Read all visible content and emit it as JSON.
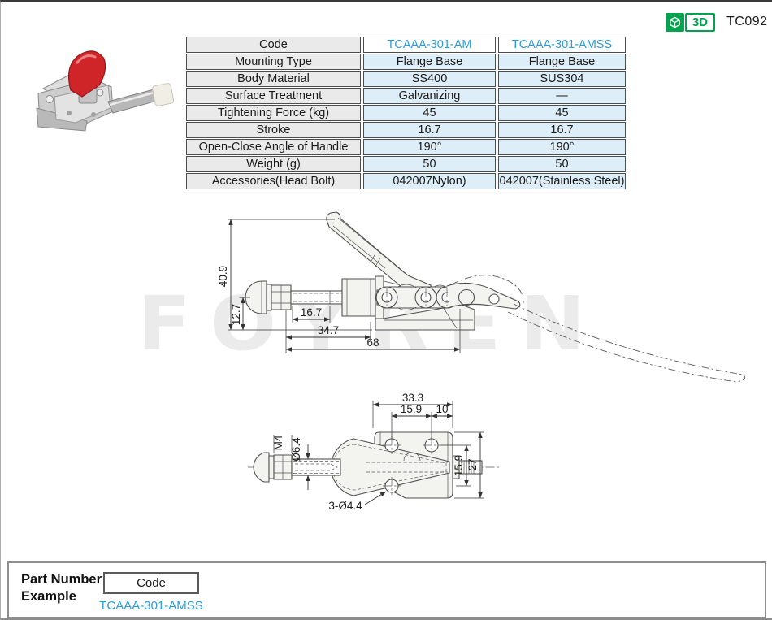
{
  "header": {
    "badge_3d_label": "3D",
    "page_code": "TC092"
  },
  "spec_table": {
    "code_row": {
      "label": "Code",
      "am": "TCAAA-301-AM",
      "amss": "TCAAA-301-AMSS"
    },
    "rows": [
      {
        "label": "Mounting Type",
        "am": "Flange Base",
        "amss": "Flange Base"
      },
      {
        "label": "Body Material",
        "am": "SS400",
        "amss": "SUS304"
      },
      {
        "label": "Surface Treatment",
        "am": "Galvanizing",
        "amss": "—"
      },
      {
        "label": "Tightening Force (kg)",
        "am": "45",
        "amss": "45"
      },
      {
        "label": "Stroke",
        "am": "16.7",
        "amss": "16.7"
      },
      {
        "label": "Open-Close Angle of Handle",
        "am": "190°",
        "amss": "190°"
      },
      {
        "label": "Weight (g)",
        "am": "50",
        "amss": "50"
      },
      {
        "label": "Accessories(Head Bolt)",
        "am": "042007Nylon)",
        "amss": "042007(Stainless Steel)"
      }
    ]
  },
  "side_view": {
    "dim_height": "40.9",
    "dim_base_height": "12.7",
    "dim_stroke": "16.7",
    "dim_body_length": "34.7",
    "dim_total_length": "68"
  },
  "top_view": {
    "dim_width": "33.3",
    "dim_hole_pitch": "15.9",
    "dim_edge": "10",
    "dim_thread": "M4",
    "dim_rod_dia": "Ø6.4",
    "dim_side_pitch": "15.9",
    "dim_plate_depth": "27",
    "dim_mount_holes": "3-Ø4.4"
  },
  "part_number_example": {
    "title": "Part Number Example",
    "code_box_label": "Code",
    "example_code": "TCAAA-301-AMSS"
  },
  "watermark": "FOYREN",
  "colors": {
    "accent_blue": "#2b9cd8",
    "brand_green": "#00a44f",
    "value_cell_bg": "#ddeef8",
    "label_cell_bg": "#eaeaea",
    "handle_red": "#cf2428"
  }
}
